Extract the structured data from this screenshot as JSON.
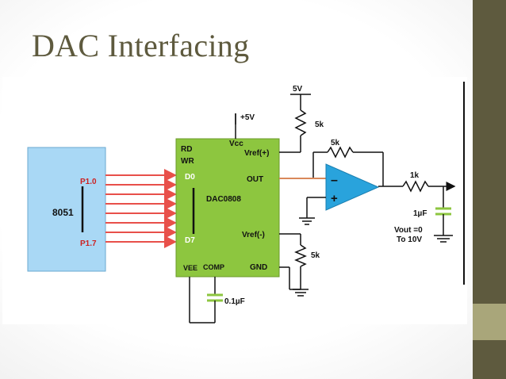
{
  "slide": {
    "title": "DAC Interfacing",
    "colors": {
      "sidebar": "#5e5a3e",
      "sidebar_band": "#a9a67a",
      "title": "#5e5a3e",
      "mcu_block": "#a9d8f5",
      "dac_block": "#8dc63f",
      "opamp": "#29a3dc",
      "arrows": "#e8504a"
    }
  },
  "circuit": {
    "mcu": {
      "label": "8051",
      "pin_top": "P1.0",
      "pin_bottom": "P1.7",
      "data_lines": 8
    },
    "dac": {
      "label": "DAC0808",
      "pins": {
        "rd": "RD",
        "wr": "WR",
        "d0": "D0",
        "d7": "D7",
        "vcc": "Vcc",
        "vref_pos": "Vref(+)",
        "out": "OUT",
        "vref_neg": "Vref(-)",
        "vee": "VEE",
        "comp": "COMP",
        "gnd": "GND"
      }
    },
    "supply": {
      "plus5v": "+5V",
      "top_5v": "5V"
    },
    "resistors": {
      "r_top": "5k",
      "r_feedback": "5k",
      "r_output": "1k",
      "r_bottom": "5k"
    },
    "opamp": {
      "minus": "–",
      "plus": "+"
    },
    "capacitors": {
      "c_output": "1µF",
      "c_comp": "0.1µF"
    },
    "vout": {
      "line1": "Vout =0",
      "line2": "To 10V"
    }
  }
}
